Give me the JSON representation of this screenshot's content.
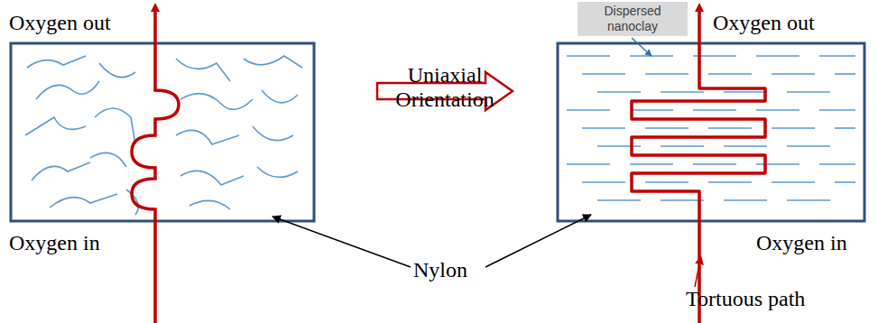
{
  "diagram": {
    "nodes": [
      {
        "text": [
          "Dispersed nanoclay"
        ]
      }
    ],
    "labels": [
      "Oxygen out",
      "Oxygen in",
      "Uniaxial Orientation",
      "Oxygen out",
      "Nylon",
      "Oxygen in",
      "Tortuous path"
    ]
  }
}
